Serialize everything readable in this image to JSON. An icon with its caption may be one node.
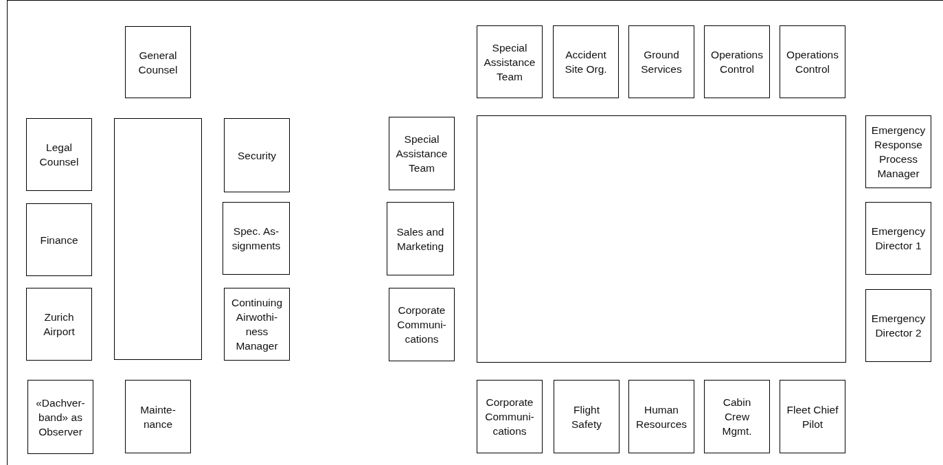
{
  "diagram": {
    "nodes": [
      {
        "text": [
          "General Counsel"
        ]
      },
      {
        "text": [
          "Legal Counsel"
        ]
      },
      {
        "text": [],
        "shape": "box"
      },
      {
        "text": [
          "Security"
        ]
      },
      {
        "text": [
          "Finance"
        ]
      },
      {
        "text": [
          "Spec. As- signments"
        ]
      },
      {
        "text": [
          "Zurich Airport"
        ]
      },
      {
        "text": [
          "Continuing Airwothi- ness Manager"
        ]
      },
      {
        "text": [
          "«Dachver- band» as Observer"
        ]
      },
      {
        "text": [
          "Mainte- nance"
        ]
      },
      {
        "text": [
          "Special Assistance Team"
        ]
      },
      {
        "text": [
          "Accident Site Org."
        ]
      },
      {
        "text": [
          "Ground Services"
        ]
      },
      {
        "text": [
          "Operations Control"
        ]
      },
      {
        "text": [
          "Operations Control"
        ]
      },
      {
        "text": [
          "Special Assistance Team"
        ]
      },
      {
        "text": [],
        "shape": "box"
      },
      {
        "text": [
          "Emergency Response Process Manager"
        ]
      },
      {
        "text": [
          "Sales and Marketing"
        ]
      },
      {
        "text": [
          "Emergency Director 1"
        ]
      },
      {
        "text": [
          "Corporate Communi- cations"
        ]
      },
      {
        "text": [
          "Emergency Director 2"
        ]
      },
      {
        "text": [
          "Corporate Communi- cations"
        ]
      },
      {
        "text": [
          "Flight Safety"
        ]
      },
      {
        "text": [
          "Human Resources"
        ]
      },
      {
        "text": [
          "Cabin Crew Mgmt."
        ]
      },
      {
        "text": [
          "Fleet Chief Pilot"
        ]
      }
    ],
    "edges": []
  }
}
